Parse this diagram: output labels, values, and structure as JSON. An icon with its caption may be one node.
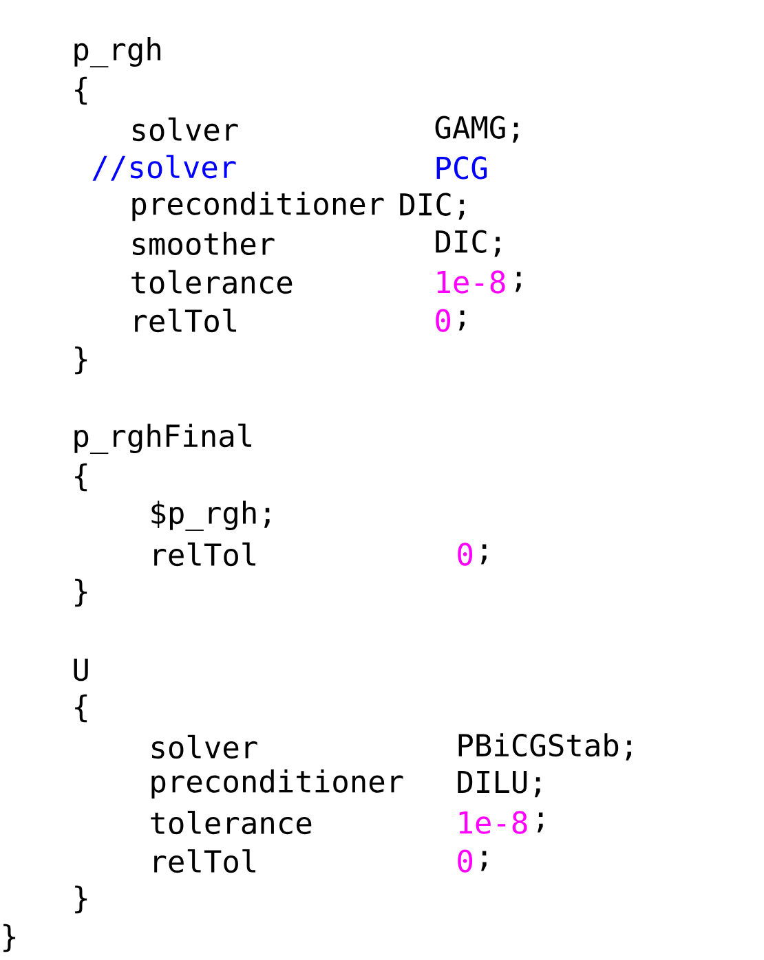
{
  "diagram": {
    "labels": [
      "p_rgh",
      "{",
      "solver",
      "GAMG;",
      "//solver",
      "PCG",
      "preconditioner",
      "DIC;",
      "smoother",
      "DIC;",
      "tolerance",
      "1e-8",
      ";",
      "relTol",
      "0",
      ";",
      "}",
      "p_rghFinal",
      "{",
      "$p_rgh;",
      "relTol",
      "0",
      ";",
      "}",
      "U",
      "{",
      "solver",
      "PBiCGStab;",
      "preconditioner",
      "DILU;",
      "tolerance",
      "1e-8",
      ";",
      "relTol",
      "0",
      ";",
      "}",
      "}"
    ]
  }
}
